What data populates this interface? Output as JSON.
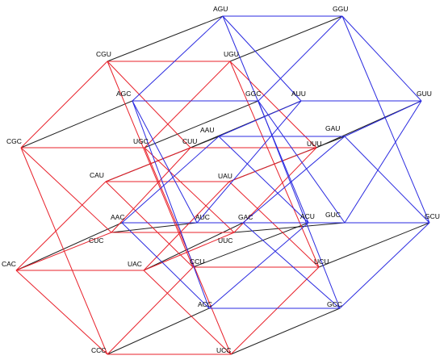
{
  "diagram": {
    "colors": {
      "red": "#e8202a",
      "blue": "#2a2ae0",
      "black": "#202020"
    },
    "nodes": [
      {
        "id": "AGU"
      },
      {
        "id": "GGU"
      },
      {
        "id": "CGU"
      },
      {
        "id": "UGU"
      },
      {
        "id": "AGC"
      },
      {
        "id": "GGC"
      },
      {
        "id": "AUU"
      },
      {
        "id": "GUU"
      },
      {
        "id": "CGC"
      },
      {
        "id": "UGC"
      },
      {
        "id": "AAU"
      },
      {
        "id": "CUU"
      },
      {
        "id": "UUU"
      },
      {
        "id": "GAU"
      },
      {
        "id": "CAU"
      },
      {
        "id": "UAU"
      },
      {
        "id": "AUC"
      },
      {
        "id": "GUC"
      },
      {
        "id": "AAC"
      },
      {
        "id": "GAC"
      },
      {
        "id": "ACU"
      },
      {
        "id": "GCU"
      },
      {
        "id": "CUC"
      },
      {
        "id": "UUC"
      },
      {
        "id": "CAC"
      },
      {
        "id": "UAC"
      },
      {
        "id": "CCU"
      },
      {
        "id": "UCU"
      },
      {
        "id": "ACC"
      },
      {
        "id": "GCC"
      },
      {
        "id": "CCC"
      },
      {
        "id": "UCC"
      }
    ],
    "edges": [
      {
        "from": "CGU",
        "to": "UGU",
        "color": "red"
      },
      {
        "from": "UGU",
        "to": "UCU",
        "color": "red"
      },
      {
        "from": "UCU",
        "to": "CCU",
        "color": "red"
      },
      {
        "from": "CCU",
        "to": "CGU",
        "color": "red"
      },
      {
        "from": "CGC",
        "to": "UGC",
        "color": "red"
      },
      {
        "from": "UGC",
        "to": "UCC",
        "color": "red"
      },
      {
        "from": "UCC",
        "to": "CCC",
        "color": "red"
      },
      {
        "from": "CCC",
        "to": "CGC",
        "color": "red"
      },
      {
        "from": "CAU",
        "to": "UAU",
        "color": "red"
      },
      {
        "from": "UAU",
        "to": "UUU",
        "color": "red"
      },
      {
        "from": "UUU",
        "to": "CUU",
        "color": "red"
      },
      {
        "from": "CUU",
        "to": "CAU",
        "color": "red"
      },
      {
        "from": "CAC",
        "to": "UAC",
        "color": "red"
      },
      {
        "from": "UAC",
        "to": "UUC",
        "color": "red"
      },
      {
        "from": "UUC",
        "to": "CUC",
        "color": "red"
      },
      {
        "from": "CUC",
        "to": "CAC",
        "color": "red"
      },
      {
        "from": "CGU",
        "to": "CGC",
        "color": "red"
      },
      {
        "from": "UGU",
        "to": "UGC",
        "color": "red"
      },
      {
        "from": "CCU",
        "to": "CCC",
        "color": "red"
      },
      {
        "from": "UCU",
        "to": "UCC",
        "color": "red"
      },
      {
        "from": "CAU",
        "to": "CAC",
        "color": "red"
      },
      {
        "from": "UAU",
        "to": "UAC",
        "color": "red"
      },
      {
        "from": "CUU",
        "to": "CUC",
        "color": "red"
      },
      {
        "from": "UUU",
        "to": "UUC",
        "color": "red"
      },
      {
        "from": "CGU",
        "to": "CUU",
        "color": "red"
      },
      {
        "from": "UGU",
        "to": "UUU",
        "color": "red"
      },
      {
        "from": "CCU",
        "to": "CAU",
        "color": "red"
      },
      {
        "from": "UCU",
        "to": "UAU",
        "color": "red"
      },
      {
        "from": "CGC",
        "to": "CUC",
        "color": "red"
      },
      {
        "from": "UGC",
        "to": "UUC",
        "color": "red"
      },
      {
        "from": "CCC",
        "to": "CAC",
        "color": "red"
      },
      {
        "from": "UCC",
        "to": "UAC",
        "color": "red"
      },
      {
        "from": "AGU",
        "to": "GGU",
        "color": "blue"
      },
      {
        "from": "GGU",
        "to": "GCU",
        "color": "blue"
      },
      {
        "from": "GCU",
        "to": "ACU",
        "color": "blue"
      },
      {
        "from": "ACU",
        "to": "AGU",
        "color": "blue"
      },
      {
        "from": "AGC",
        "to": "GGC",
        "color": "blue"
      },
      {
        "from": "GGC",
        "to": "GCC",
        "color": "blue"
      },
      {
        "from": "GCC",
        "to": "ACC",
        "color": "blue"
      },
      {
        "from": "ACC",
        "to": "AGC",
        "color": "blue"
      },
      {
        "from": "AAU",
        "to": "GAU",
        "color": "blue"
      },
      {
        "from": "GAU",
        "to": "GUU",
        "color": "blue"
      },
      {
        "from": "GUU",
        "to": "AUU",
        "color": "blue"
      },
      {
        "from": "AUU",
        "to": "AAU",
        "color": "blue"
      },
      {
        "from": "AAC",
        "to": "GAC",
        "color": "blue"
      },
      {
        "from": "GAC",
        "to": "GUC",
        "color": "blue"
      },
      {
        "from": "GUC",
        "to": "AUC",
        "color": "blue"
      },
      {
        "from": "AUC",
        "to": "AAC",
        "color": "blue"
      },
      {
        "from": "AGU",
        "to": "AGC",
        "color": "blue"
      },
      {
        "from": "GGU",
        "to": "GGC",
        "color": "blue"
      },
      {
        "from": "ACU",
        "to": "ACC",
        "color": "blue"
      },
      {
        "from": "GCU",
        "to": "GCC",
        "color": "blue"
      },
      {
        "from": "AAU",
        "to": "AAC",
        "color": "blue"
      },
      {
        "from": "GAU",
        "to": "GAC",
        "color": "blue"
      },
      {
        "from": "AUU",
        "to": "AUC",
        "color": "blue"
      },
      {
        "from": "GUU",
        "to": "GUC",
        "color": "blue"
      },
      {
        "from": "AGU",
        "to": "AUU",
        "color": "blue"
      },
      {
        "from": "GGU",
        "to": "GUU",
        "color": "blue"
      },
      {
        "from": "ACU",
        "to": "AAU",
        "color": "blue"
      },
      {
        "from": "GCU",
        "to": "GAU",
        "color": "blue"
      },
      {
        "from": "AGC",
        "to": "AUC",
        "color": "blue"
      },
      {
        "from": "GGC",
        "to": "GUC",
        "color": "blue"
      },
      {
        "from": "ACC",
        "to": "AAC",
        "color": "blue"
      },
      {
        "from": "GCC",
        "to": "GAC",
        "color": "blue"
      },
      {
        "from": "AGU",
        "to": "CGU",
        "color": "black"
      },
      {
        "from": "GGU",
        "to": "UGU",
        "color": "black"
      },
      {
        "from": "AGC",
        "to": "CGC",
        "color": "black"
      },
      {
        "from": "GGC",
        "to": "UGC",
        "color": "black"
      },
      {
        "from": "AUU",
        "to": "CUU",
        "color": "black"
      },
      {
        "from": "GUU",
        "to": "UUU",
        "color": "black"
      },
      {
        "from": "AAU",
        "to": "CAU",
        "color": "black"
      },
      {
        "from": "GAU",
        "to": "UAU",
        "color": "black"
      },
      {
        "from": "AUC",
        "to": "CUC",
        "color": "black"
      },
      {
        "from": "GUC",
        "to": "UUC",
        "color": "black"
      },
      {
        "from": "AAC",
        "to": "CAC",
        "color": "black"
      },
      {
        "from": "GAC",
        "to": "UAC",
        "color": "black"
      },
      {
        "from": "ACU",
        "to": "CCU",
        "color": "black"
      },
      {
        "from": "GCU",
        "to": "UCU",
        "color": "black"
      },
      {
        "from": "ACC",
        "to": "CCC",
        "color": "black"
      },
      {
        "from": "GCC",
        "to": "UCC",
        "color": "black"
      }
    ]
  }
}
